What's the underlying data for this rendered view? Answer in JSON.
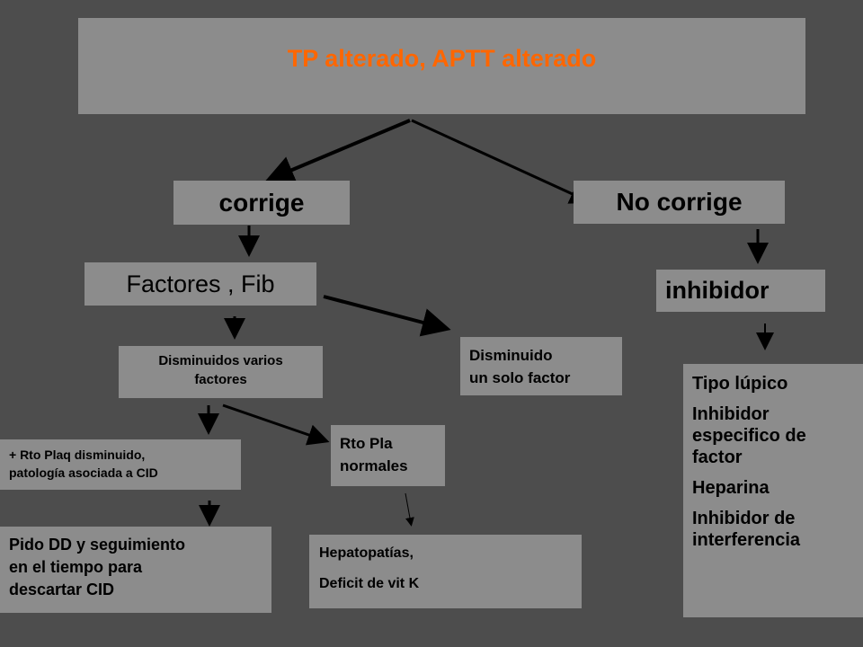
{
  "colors": {
    "background": "#4d4d4d",
    "box": "#8c8c8c",
    "title_text": "#ff6600",
    "text": "#000000",
    "arrow": "#000000"
  },
  "title": "TP alterado, APTT alterado",
  "corrige": "corrige",
  "no_corrige": "No corrige",
  "factores": "Factores , Fib",
  "inhibidor": "inhibidor",
  "disminuidos_varios": [
    "Disminuidos varios",
    "factores"
  ],
  "disminuido_solo": [
    "Disminuido",
    "un solo factor"
  ],
  "rto_plaq": [
    "+ Rto Plaq disminuido,",
    "patología asociada a CID"
  ],
  "rto_pla": [
    "Rto Pla",
    "normales"
  ],
  "pido_dd": [
    "Pido DD y seguimiento",
    "en el tiempo para",
    "descartar CID"
  ],
  "hepatopatias": [
    "Hepatopatías,",
    "Deficit de vit K"
  ],
  "tipos_inhibidor": [
    [
      "Tipo lúpico"
    ],
    [
      "Inhibidor",
      "especifico de",
      "factor"
    ],
    [
      "Heparina"
    ],
    [
      "Inhibidor de",
      "interferencia"
    ]
  ]
}
